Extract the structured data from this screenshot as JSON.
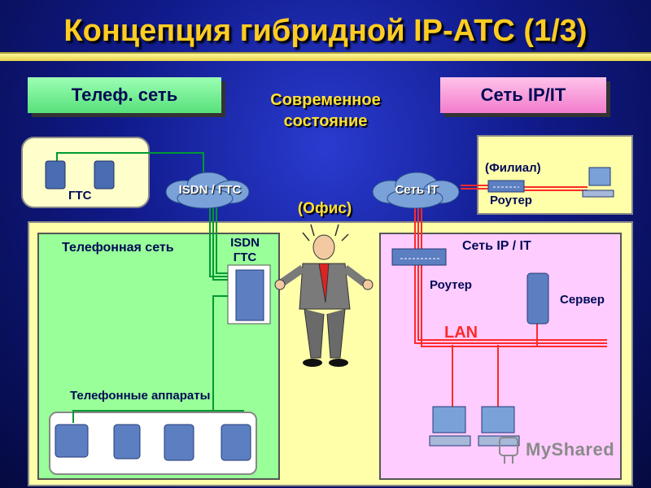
{
  "title": "Концепция гибридной IP-АТС (1/3)",
  "header": {
    "tel_net_label": "Телеф. сеть",
    "ip_net_label": "Сеть IP/IT"
  },
  "state_label": [
    "Современное",
    "состояние"
  ],
  "gts_label": "ГТС",
  "filial": {
    "label": "(Филиал)",
    "router_label": "Роутер"
  },
  "clouds": {
    "isdn": "ISDN / ГТС",
    "it": "Сеть IT"
  },
  "office_label": "(Офис)",
  "tel_section": {
    "title": "Телефонная сеть",
    "pbx_label": [
      "ISDN",
      "ГТС"
    ],
    "phones_label": "Телефонные аппараты"
  },
  "ip_section": {
    "title": "Сеть IP / IT",
    "router_label": "Роутер",
    "server_label": "Сервер",
    "lan_label": "LAN"
  },
  "watermark": "MyShared",
  "colors": {
    "title": "#ffcc22",
    "tel": "#57e07a",
    "ip": "#f27ccc",
    "green_line": "#009933",
    "red_line": "#ff2a2a"
  }
}
